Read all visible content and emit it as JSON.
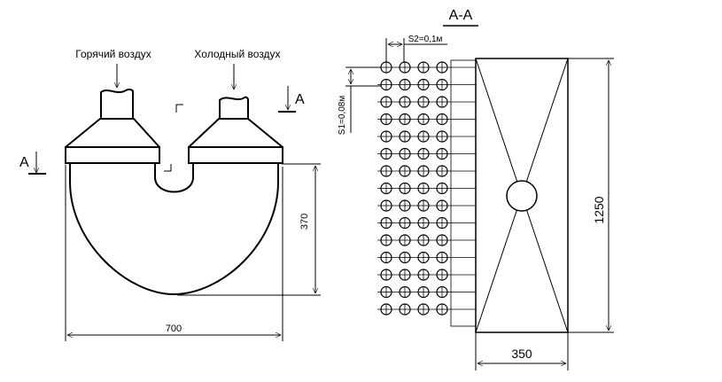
{
  "labels": {
    "hot_air": "Горячий воздух",
    "cold_air": "Холодный воздух",
    "section_mark": "A",
    "section_title": "A-A",
    "s2": "S2=0,1м",
    "s1": "S1=0,08м",
    "width_700": "700",
    "height_370": "370",
    "height_1250": "1250",
    "width_350": "350"
  },
  "tube_bundle": {
    "rows": 15,
    "columns": 4
  }
}
